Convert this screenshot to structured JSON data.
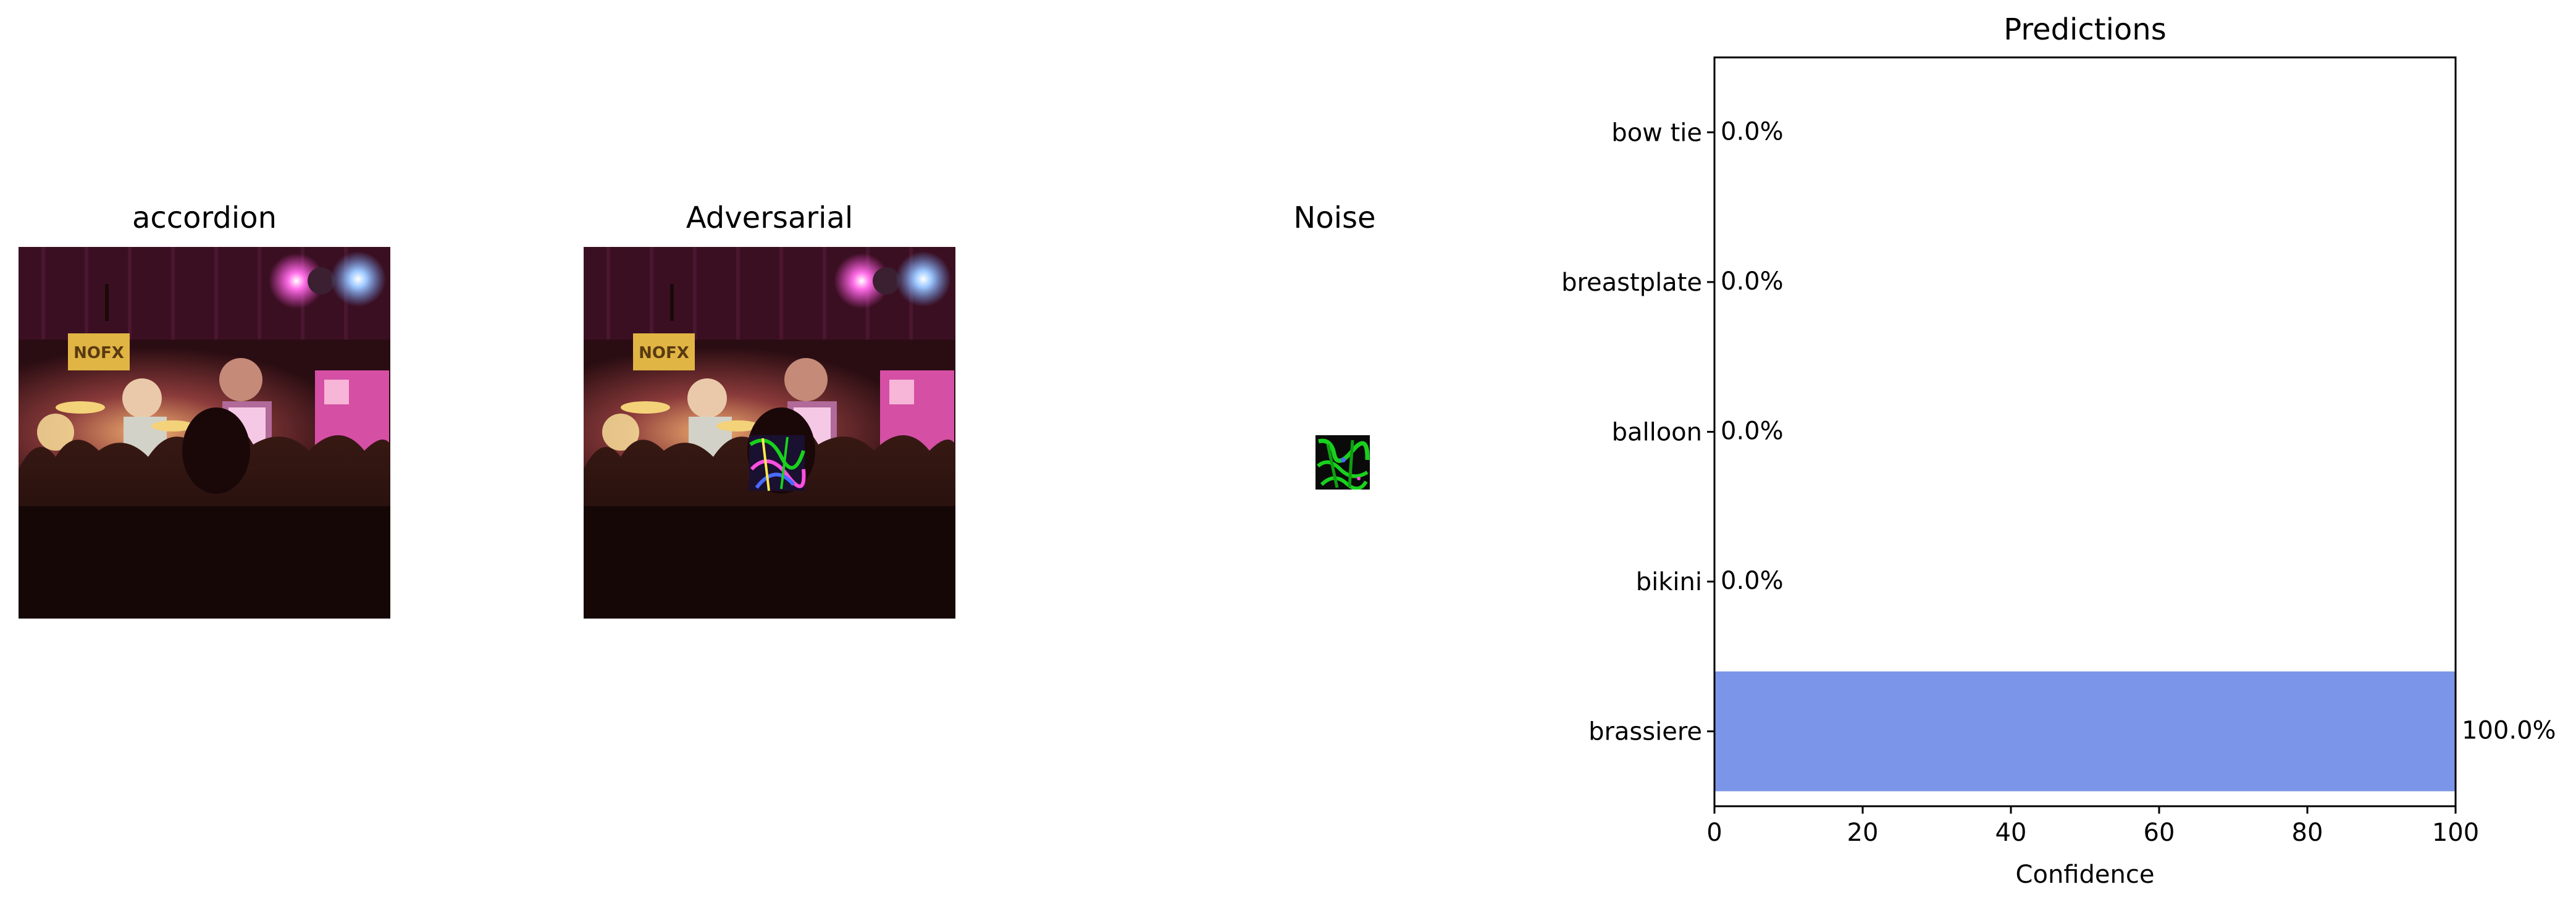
{
  "panels": {
    "original_title": "accordion",
    "adversarial_title": "Adversarial",
    "noise_title": "Noise",
    "banner_text": "NOFX"
  },
  "colors": {
    "bar": "#7b96e8",
    "axis": "#000000",
    "stage_bg": "#2a0d12",
    "light_magenta": "#ff4fe0",
    "light_blue": "#7fb6ff",
    "banner": "#e0b544",
    "noise_green": "#19d11d"
  },
  "chart_data": {
    "type": "bar",
    "orientation": "horizontal",
    "title": "Predictions",
    "xlabel": "Confidence",
    "ylabel": "",
    "xlim": [
      0,
      100
    ],
    "xticks": [
      0,
      20,
      40,
      60,
      80,
      100
    ],
    "categories": [
      "bow tie",
      "breastplate",
      "balloon",
      "bikini",
      "brassiere"
    ],
    "values": [
      0.0,
      0.0,
      0.0,
      0.0,
      100.0
    ],
    "value_labels": [
      "0.0%",
      "0.0%",
      "0.0%",
      "0.0%",
      "100.0%"
    ],
    "grid": false
  }
}
